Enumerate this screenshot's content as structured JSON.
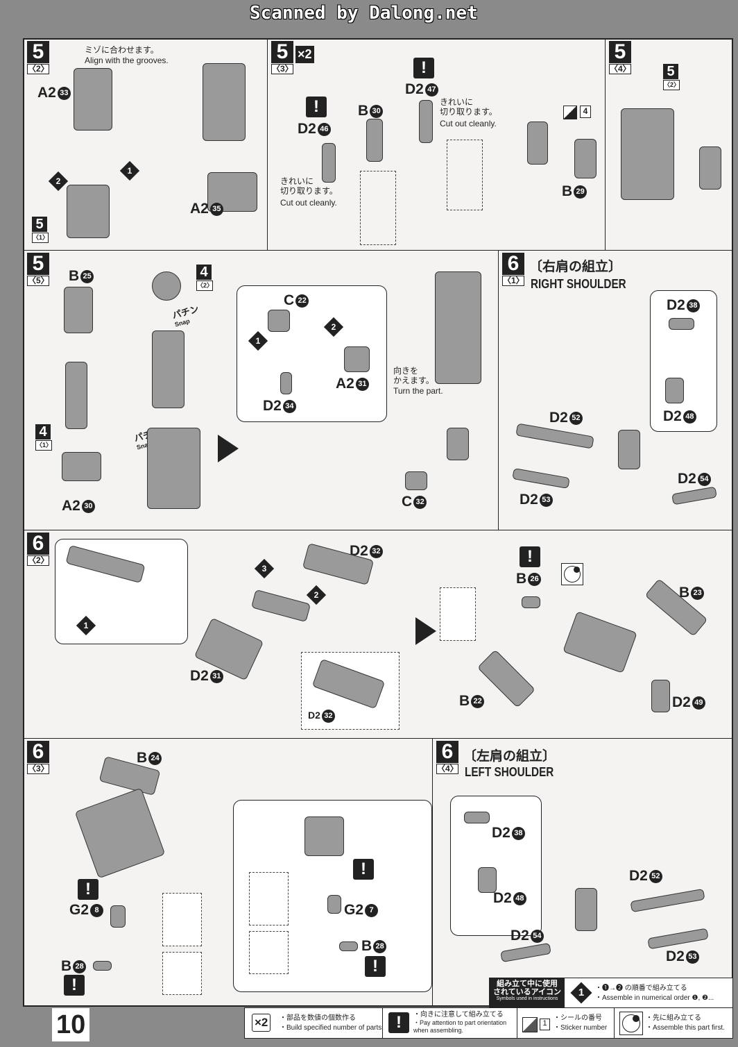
{
  "header": "Scanned by Dalong.net",
  "page_number": "10",
  "p1": {
    "step": "5",
    "sub": "〈2〉",
    "note_jp": "ミゾに合わせます。",
    "note_en": "Align with the grooves.",
    "l1": "A2",
    "n1": "33",
    "l2": "A2",
    "n2": "35",
    "o1": "1",
    "o2": "2",
    "mini_step": "5",
    "mini_sub": "〈1〉"
  },
  "p2": {
    "step": "5",
    "sub": "〈3〉",
    "qty": "×2",
    "l1": "D2",
    "n1": "47",
    "l2": "B",
    "n2": "30",
    "l3": "D2",
    "n3": "46",
    "cut_jp": "きれいに\n切り取ります。",
    "cut_en": "Cut out cleanly.",
    "cut2_jp": "きれいに\n切り取ります。",
    "cut2_en": "Cut out cleanly.",
    "warn": "!"
  },
  "p3": {
    "step": "5",
    "sub": "〈4〉",
    "sticker": "4",
    "l1": "B",
    "n1": "29",
    "mini_step": "5",
    "mini_sub": "〈2〉"
  },
  "p4": {
    "step": "5",
    "sub": "〈5〉",
    "l1": "B",
    "n1": "25",
    "mini1_step": "4",
    "mini1_sub": "〈2〉",
    "mini2_step": "4",
    "mini2_sub": "〈1〉",
    "snap_jp": "パチン",
    "snap_en": "Snap",
    "snap2_jp": "パチン",
    "snap2_en": "Snap",
    "l2": "A2",
    "n2": "30",
    "l3": "C",
    "n3": "22",
    "l4": "A2",
    "n4": "31",
    "l5": "D2",
    "n5": "34",
    "o1": "1",
    "o2": "2",
    "turn_jp": "向きを\nかえます。",
    "turn_en": "Turn the part.",
    "l6": "C",
    "n6": "32"
  },
  "p5": {
    "step": "6",
    "sub": "〈1〉",
    "title_jp": "〔右肩の組立〕",
    "title_en": "RIGHT SHOULDER",
    "l1": "D2",
    "n1": "38",
    "l2": "D2",
    "n2": "48",
    "l3": "D2",
    "n3": "52",
    "l4": "D2",
    "n4": "54",
    "l5": "D2",
    "n5": "53"
  },
  "p6": {
    "step": "6",
    "sub": "〈2〉",
    "l1": "D2",
    "n1": "32",
    "l2": "D2",
    "n2": "31",
    "l3": "D2",
    "n3": "32",
    "l4": "B",
    "n4": "26",
    "l5": "B",
    "n5": "23",
    "l6": "B",
    "n6": "22",
    "l7": "D2",
    "n7": "49",
    "o1": "1",
    "o2": "2",
    "o3": "3"
  },
  "p7": {
    "step": "6",
    "sub": "〈3〉",
    "l1": "B",
    "n1": "24",
    "l2": "G2",
    "n2": "8",
    "l3": "B",
    "n3": "28",
    "l4": "G2",
    "n4": "7",
    "l5": "B",
    "n5": "28"
  },
  "p8": {
    "step": "6",
    "sub": "〈4〉",
    "title_jp": "〔左肩の組立〕",
    "title_en": "LEFT SHOULDER",
    "l1": "D2",
    "n1": "38",
    "l2": "D2",
    "n2": "48",
    "l3": "D2",
    "n3": "52",
    "l4": "D2",
    "n4": "54",
    "l5": "D2",
    "n5": "53"
  },
  "legend": {
    "head_jp": "組み立て中に使用\nされているアイコン",
    "head_en": "Symbols used in instructions",
    "order_icon": "1",
    "order_jp": "・❶→❷ の順番で組み立てる",
    "order_en": "・Assemble in numerical order ❶, ❷...",
    "qty_icon": "×2",
    "qty_jp": "・部品を数値の個数作る",
    "qty_en": "・Build specified number of parts.",
    "warn_icon": "!",
    "warn_jp": "・向きに注意して組み立てる",
    "warn_en": "・Pay attention to part orientation when assembling.",
    "sticker_icon": "1",
    "sticker_jp": "・シールの番号",
    "sticker_en": "・Sticker number",
    "first_jp": "・先に組み立てる",
    "first_en": "・Assemble this part first."
  }
}
